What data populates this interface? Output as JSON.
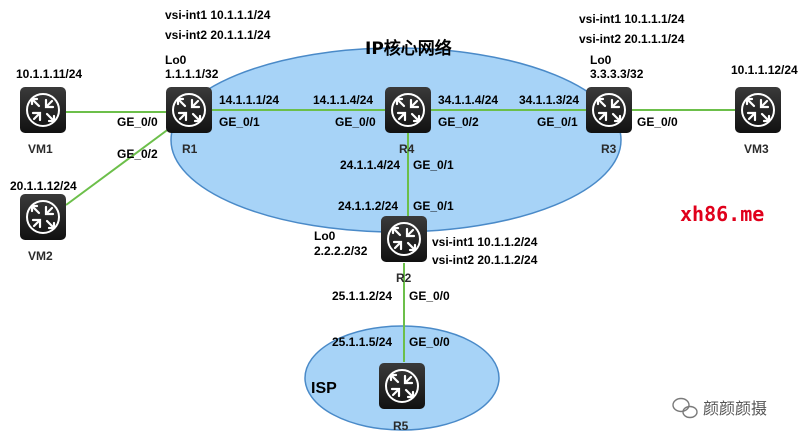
{
  "title": "IP核心网络",
  "isp_label": "ISP",
  "colors": {
    "cloud_fill": "#a7d3f7",
    "cloud_stroke": "#4a8ac8",
    "link": "#6cbf4a",
    "device": "#1e1e1e",
    "watermark": "#e0001b"
  },
  "devices": {
    "vm1": {
      "name": "VM1",
      "icon": "router-icon"
    },
    "vm2": {
      "name": "VM2",
      "icon": "router-icon"
    },
    "vm3": {
      "name": "VM3",
      "icon": "router-icon"
    },
    "r1": {
      "name": "R1",
      "icon": "router-icon"
    },
    "r2": {
      "name": "R2",
      "icon": "router-icon"
    },
    "r3": {
      "name": "R3",
      "icon": "router-icon"
    },
    "r4": {
      "name": "R4",
      "icon": "router-icon"
    },
    "r5": {
      "name": "R5",
      "icon": "router-icon"
    }
  },
  "labels": {
    "vm1_ip": "10.1.1.11/24",
    "vm2_ip": "20.1.1.12/24",
    "vm3_ip": "10.1.1.12/24",
    "r1_vsi1": "vsi-int1 10.1.1.1/24",
    "r1_vsi2": "vsi-int2 20.1.1.1/24",
    "r1_lo0": "Lo0",
    "r1_lo0_ip": "1.1.1.1/32",
    "r1_ge00": "GE_0/0",
    "r1_ge02": "GE_0/2",
    "r1_ge01": "GE_0/1",
    "r1_r4_ip": "14.1.1.1/24",
    "r4_r1_ip": "14.1.1.4/24",
    "r4_ge00": "GE_0/0",
    "r4_r3_ip": "34.1.1.4/24",
    "r4_ge02": "GE_0/2",
    "r4_r2_ip": "24.1.1.4/24",
    "r4_ge01": "GE_0/1",
    "r3_vsi1": "vsi-int1 10.1.1.1/24",
    "r3_vsi2": "vsi-int2 20.1.1.1/24",
    "r3_lo0": "Lo0",
    "r3_lo0_ip": "3.3.3.3/32",
    "r3_r4_ip": "34.1.1.3/24",
    "r3_ge01": "GE_0/1",
    "r3_ge00": "GE_0/0",
    "r2_r4_ip": "24.1.1.2/24",
    "r2_ge01": "GE_0/1",
    "r2_lo0": "Lo0",
    "r2_lo0_ip": "2.2.2.2/32",
    "r2_vsi1": "vsi-int1 10.1.1.2/24",
    "r2_vsi2": "vsi-int2 20.1.1.2/24",
    "r2_r5_ip": "25.1.1.2/24",
    "r2_ge00": "GE_0/0",
    "r5_r2_ip": "25.1.1.5/24",
    "r5_ge00": "GE_0/0"
  },
  "watermark": {
    "site": "xh86.me",
    "wechat": "颜颜颜摄"
  }
}
